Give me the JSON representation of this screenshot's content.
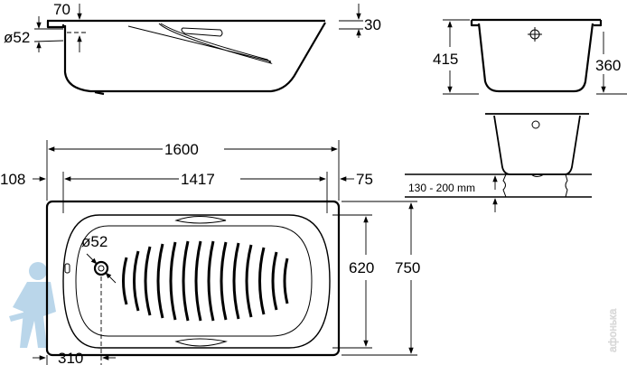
{
  "drawing": {
    "side_view": {
      "rim_offset": "70",
      "rim_thickness": "30",
      "overflow_diameter": "ø52"
    },
    "end_view": {
      "total_height": "415",
      "inner_depth": "360"
    },
    "legs_view": {
      "leg_height_range": "130 - 200 mm"
    },
    "top_view": {
      "overall_length": "1600",
      "left_margin": "108",
      "inner_length": "1417",
      "right_margin": "75",
      "drain_diameter": "ø52",
      "inner_width": "620",
      "overall_width": "750",
      "drain_offset": "310"
    },
    "watermark": "афонька"
  },
  "colors": {
    "line": "#000000",
    "mascot": "#a9cde6"
  }
}
